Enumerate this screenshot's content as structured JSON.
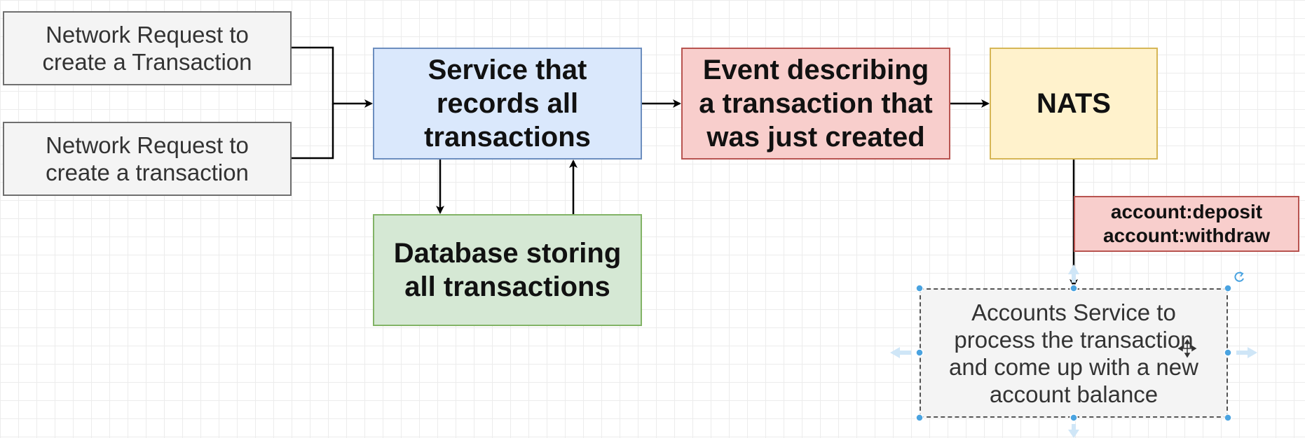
{
  "diagram": {
    "nodes": {
      "req1": "Network Request to\ncreate a Transaction",
      "req2": "Network Request to\ncreate a transaction",
      "service": "Service that\nrecords all\ntransactions",
      "database": "Database storing\nall transactions",
      "event": "Event describing\na transaction that\nwas just created",
      "nats": "NATS",
      "channels": "account:deposit\naccount:withdraw",
      "accounts": "Accounts Service to\nprocess the transaction\nand come up with a new\naccount balance"
    }
  },
  "colors": {
    "gray": "#f4f4f4",
    "blue": "#dae8fc",
    "red": "#f8cecc",
    "yellow": "#fff2cc",
    "green": "#d5e8d4",
    "selection_handle": "#4aa3e0"
  }
}
